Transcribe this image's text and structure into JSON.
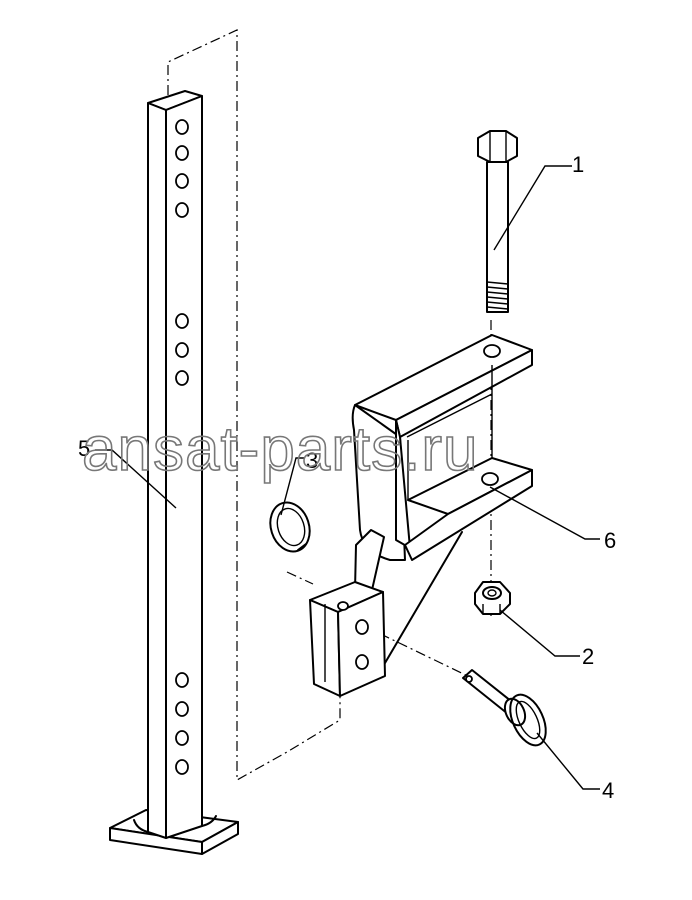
{
  "watermark": "ansat-parts.ru",
  "callouts": {
    "c1": "1",
    "c2": "2",
    "c3": "3",
    "c4": "4",
    "c5": "5",
    "c6": "6"
  }
}
